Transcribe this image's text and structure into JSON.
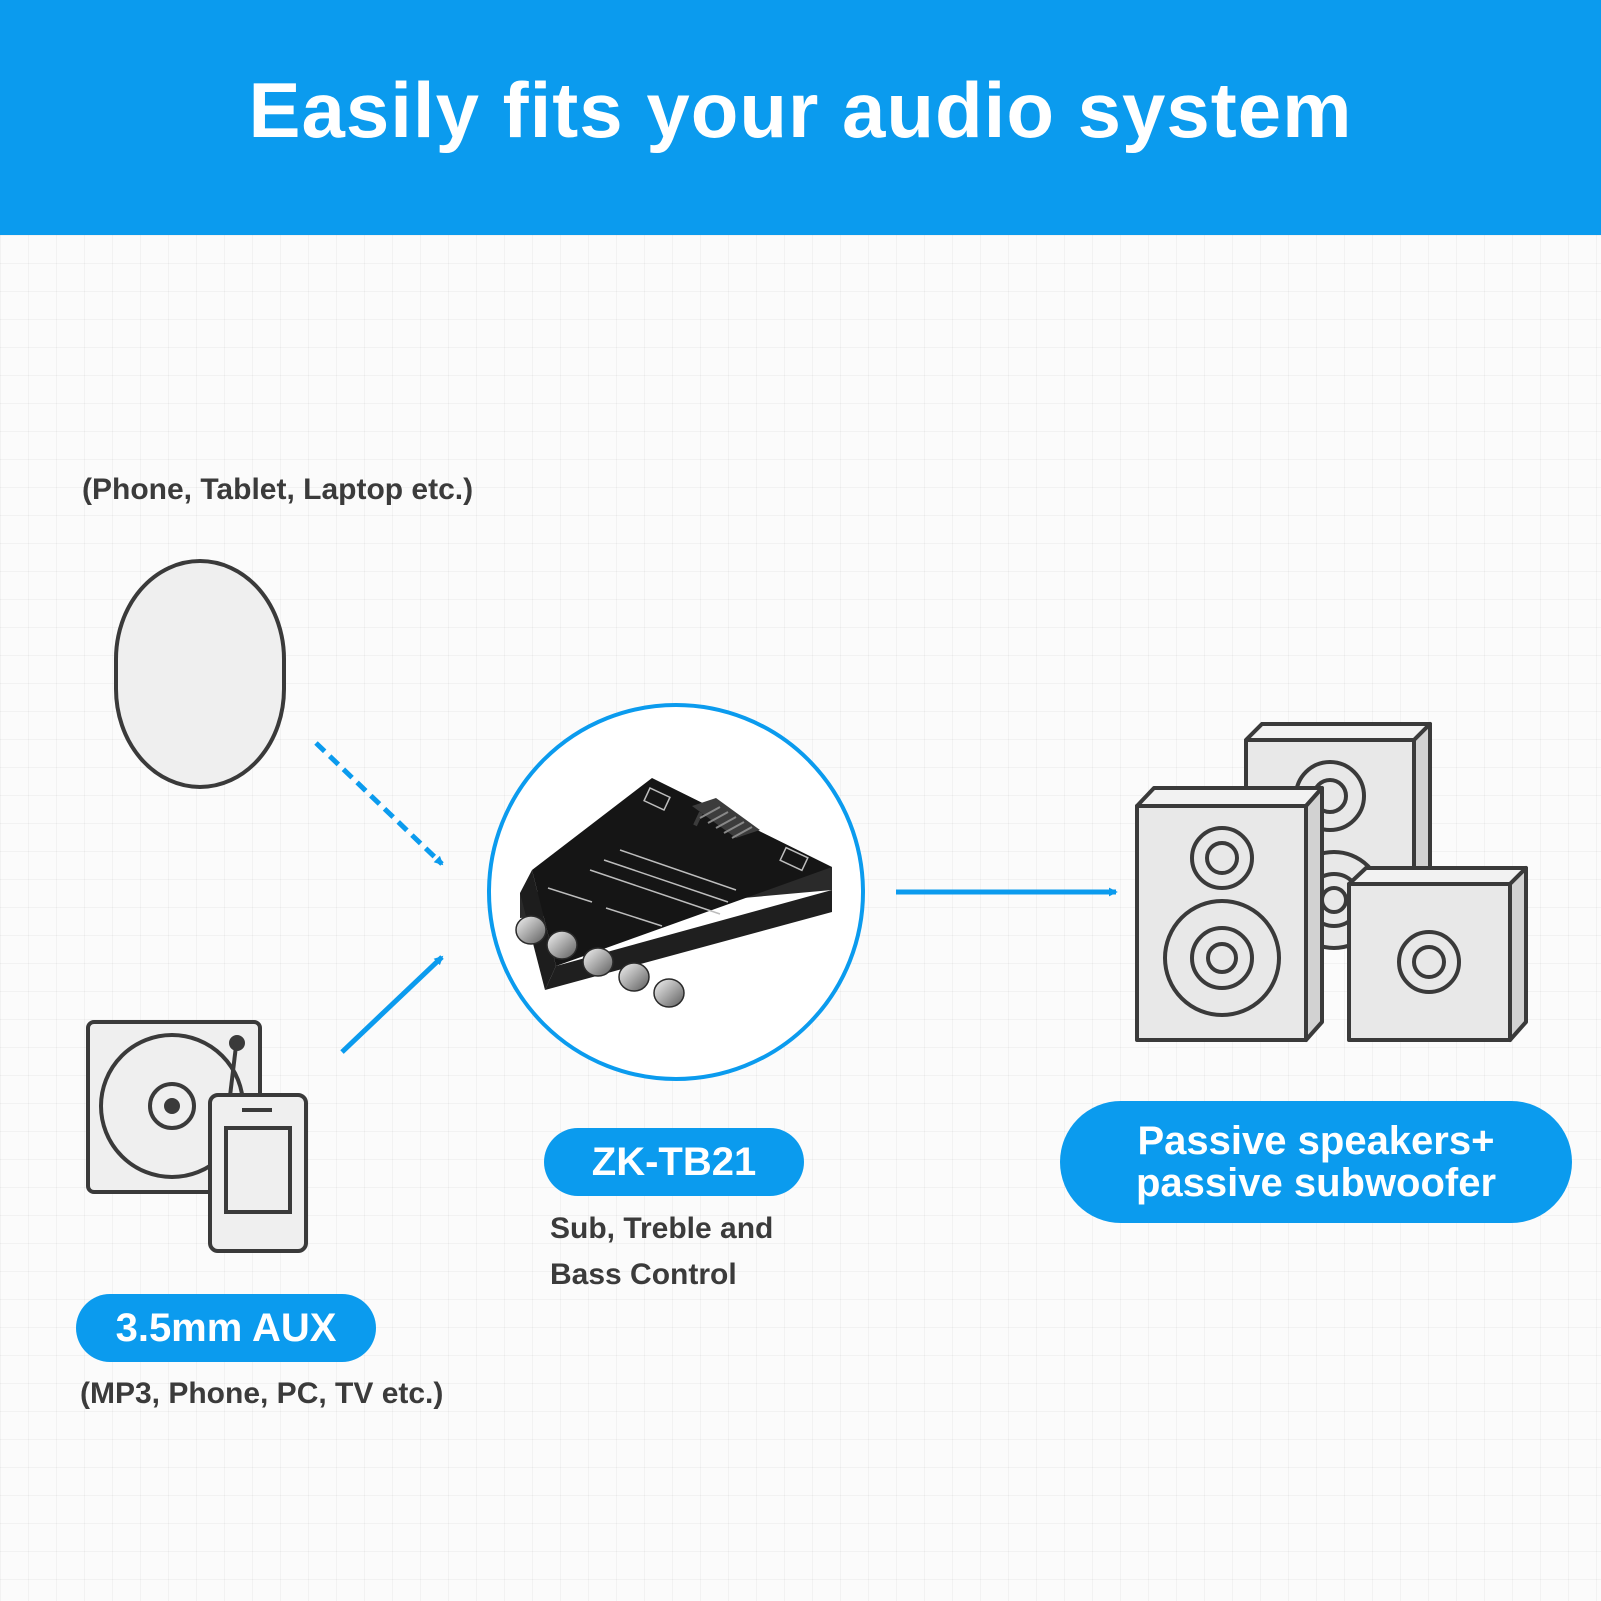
{
  "banner": {
    "title": "Easily fits your audio system"
  },
  "sources": {
    "wireless_caption": "(Phone, Tablet, Laptop etc.)",
    "aux_label": "3.5mm AUX",
    "aux_caption": "(MP3, Phone, PC, TV etc.)"
  },
  "amplifier": {
    "model": "ZK-TB21",
    "description_line1": "Sub, Treble and",
    "description_line2": "Bass Control"
  },
  "output": {
    "label_line1": "Passive speakers+",
    "label_line2": "passive subwoofer"
  },
  "colors": {
    "accent": "#0b9bee",
    "text": "#3b3b3b",
    "outline": "#3a3a3a"
  }
}
